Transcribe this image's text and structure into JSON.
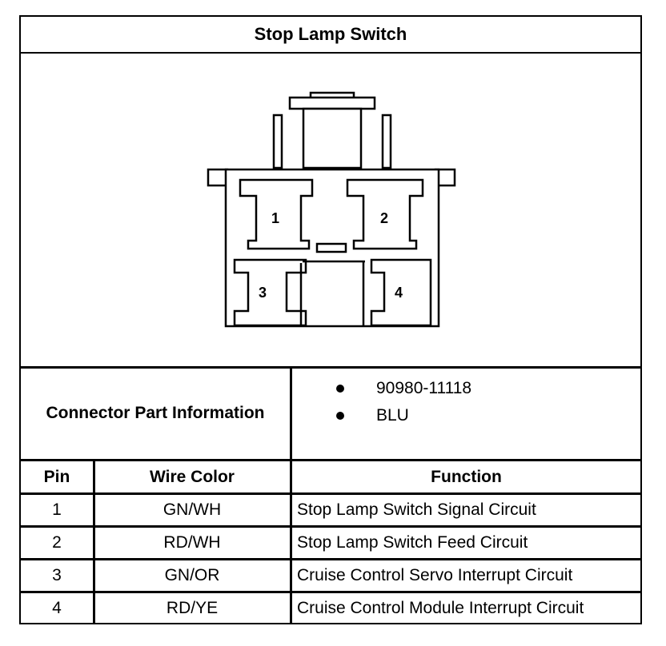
{
  "title": "Stop Lamp Switch",
  "connector": {
    "label": "Connector Part Information",
    "items": [
      "90980-11118",
      "BLU"
    ]
  },
  "table": {
    "headers": [
      "Pin",
      "Wire Color",
      "Function"
    ],
    "rows": [
      [
        "1",
        "GN/WH",
        "Stop Lamp Switch Signal Circuit"
      ],
      [
        "2",
        "RD/WH",
        "Stop Lamp Switch Feed Circuit"
      ],
      [
        "3",
        "GN/OR",
        "Cruise Control Servo Interrupt Circuit"
      ],
      [
        "4",
        "RD/YE",
        "Cruise Control Module Interrupt Circuit"
      ]
    ]
  },
  "diagram": {
    "cavity_labels": [
      "1",
      "2",
      "3",
      "4"
    ]
  }
}
